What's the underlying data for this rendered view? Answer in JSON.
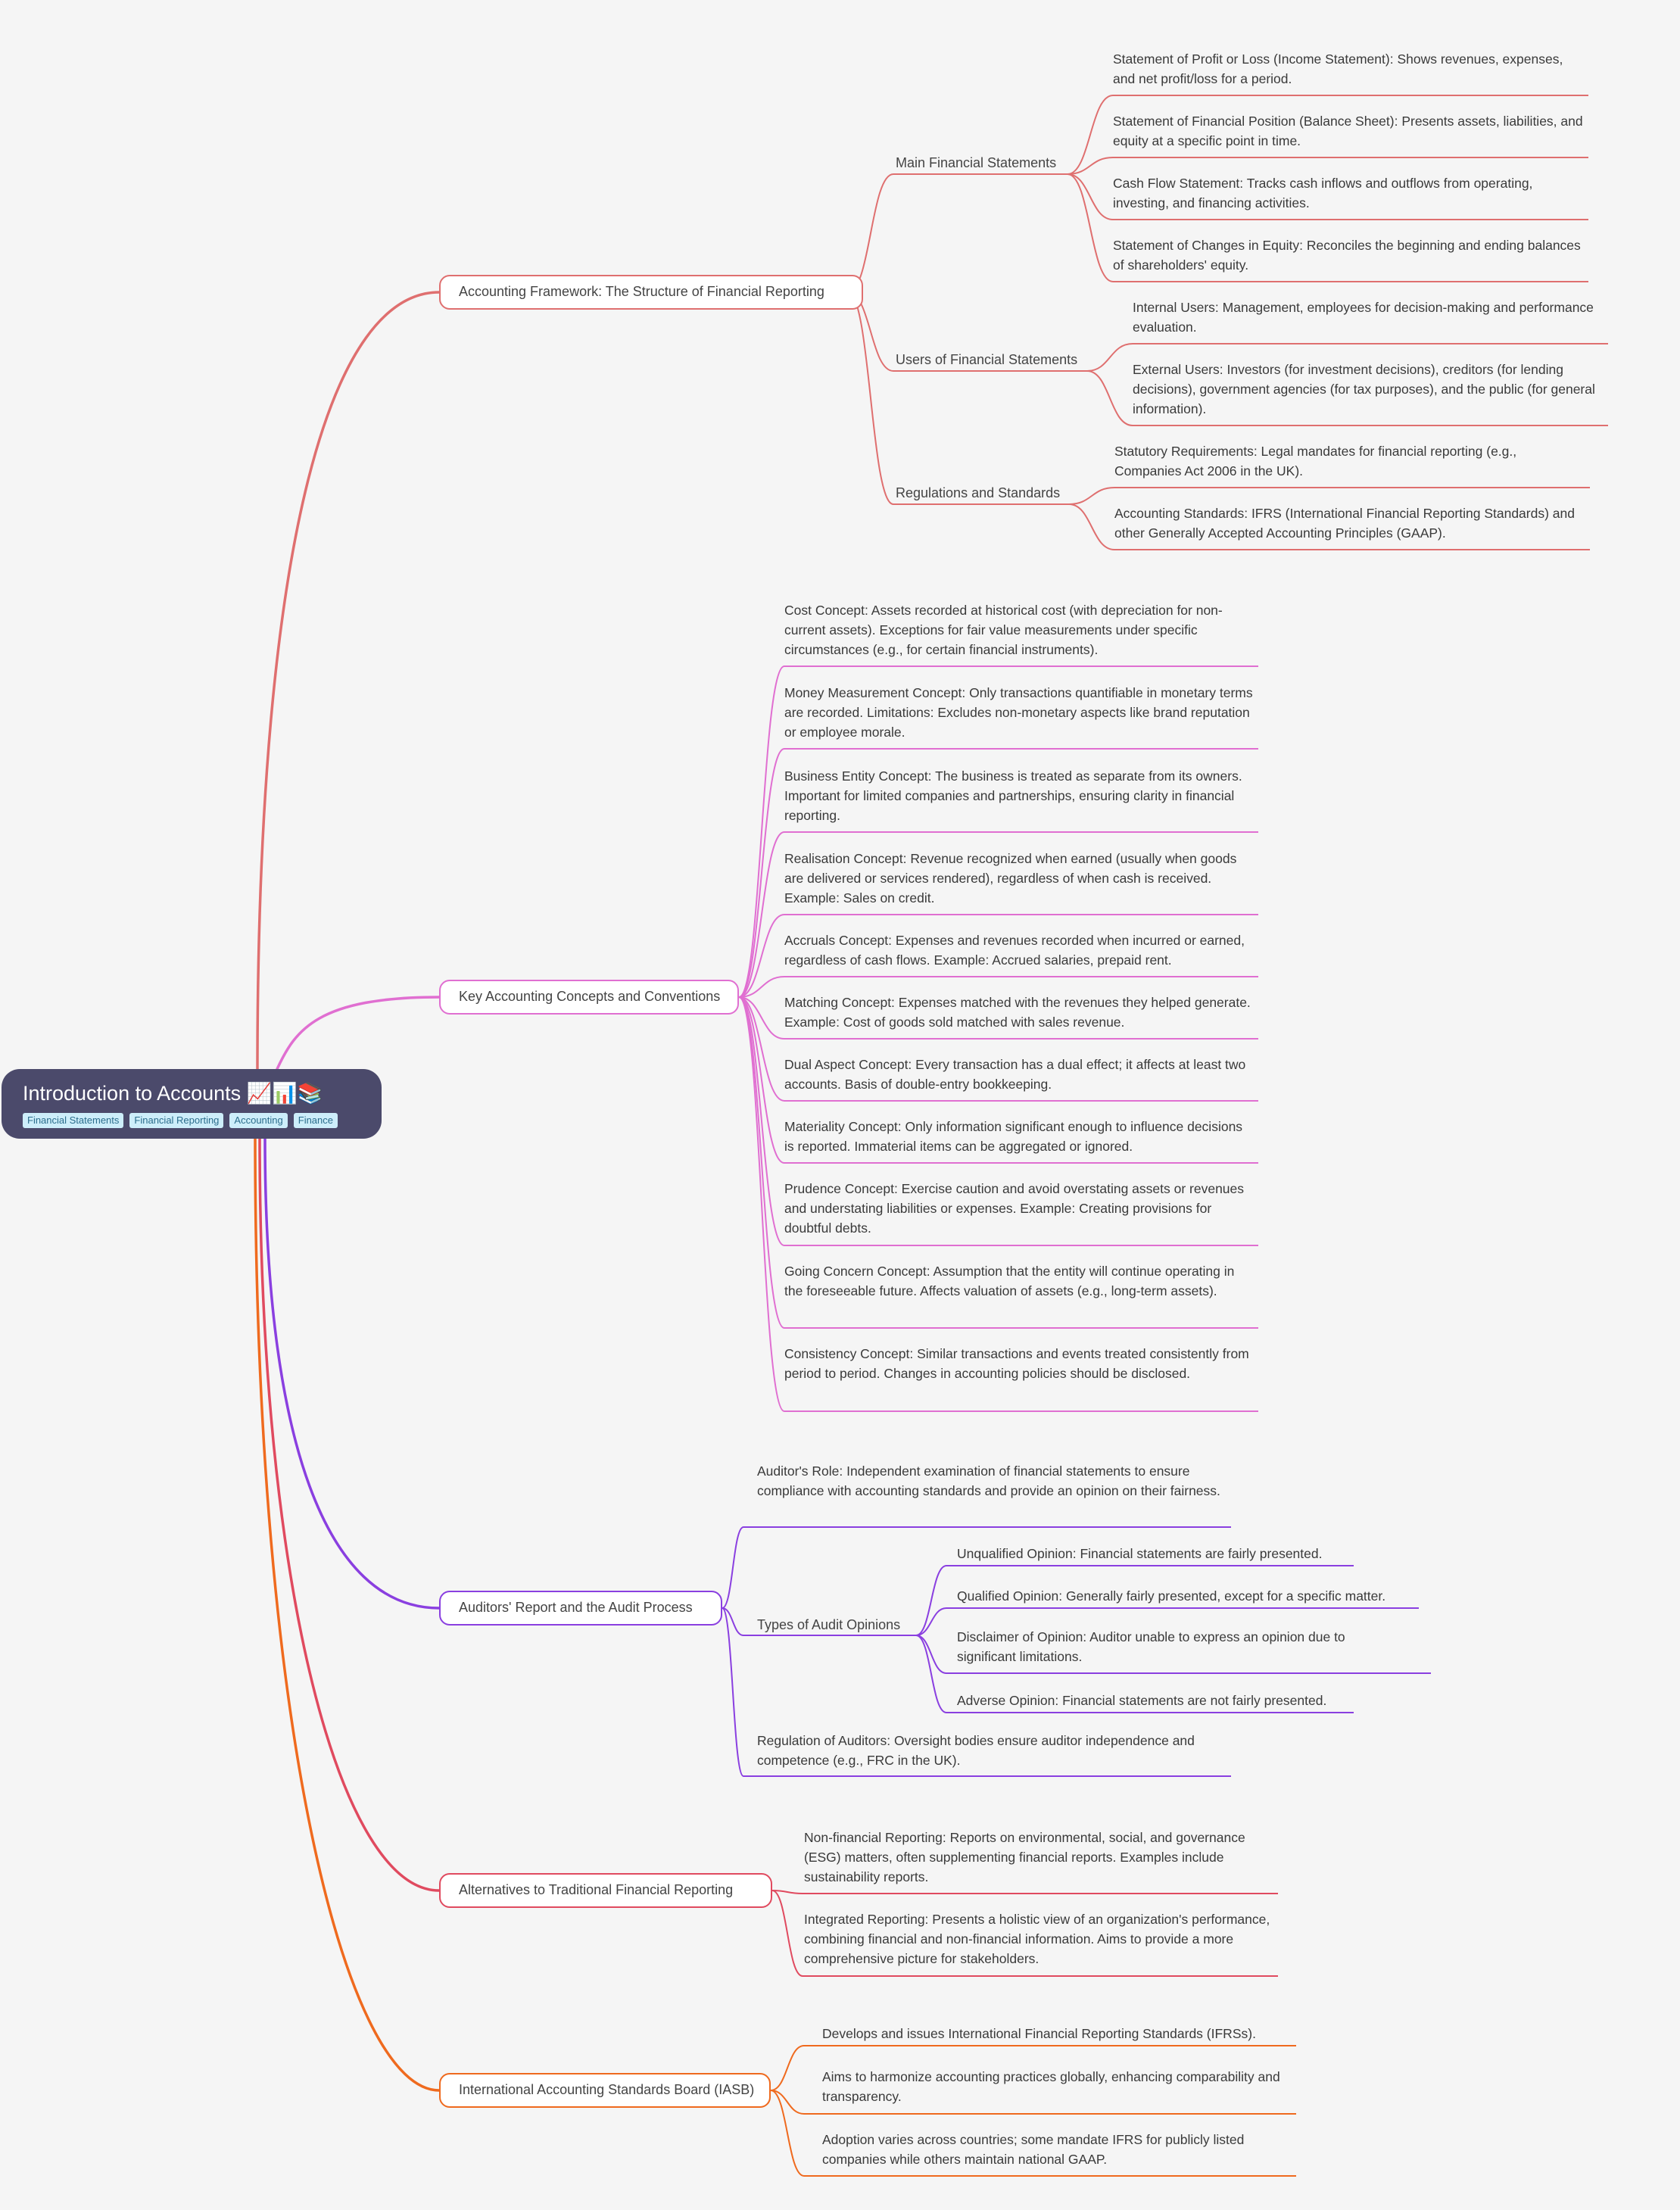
{
  "root": {
    "title": "Introduction to Accounts 📈📊📚",
    "tags": [
      "Financial Statements",
      "Financial Reporting",
      "Accounting",
      "Finance"
    ]
  },
  "colors": {
    "framework": "#df6f6f",
    "concepts": "#e06fd1",
    "auditors": "#8a3fe0",
    "alternatives": "#e04a5f",
    "iasb": "#ef6a1e",
    "root_bg": "#4b4a6b"
  },
  "branches": {
    "framework": {
      "label": "Accounting Framework: The Structure of Financial Reporting",
      "main_statements": {
        "label": "Main Financial Statements",
        "items": [
          "Statement of Profit or Loss (Income Statement): Shows revenues, expenses, and net profit/loss for a period.",
          "Statement of Financial Position (Balance Sheet): Presents assets, liabilities, and equity at a specific point in time.",
          "Cash Flow Statement: Tracks cash inflows and outflows from operating, investing, and financing activities.",
          "Statement of Changes in Equity: Reconciles the beginning and ending balances of shareholders' equity."
        ]
      },
      "users": {
        "label": "Users of Financial Statements",
        "items": [
          "Internal Users: Management, employees for decision-making and performance evaluation.",
          "External Users: Investors (for investment decisions), creditors (for lending decisions), government agencies (for tax purposes), and the public (for general information)."
        ]
      },
      "regulations": {
        "label": "Regulations and Standards",
        "items": [
          "Statutory Requirements: Legal mandates for financial reporting (e.g., Companies Act 2006 in the UK).",
          "Accounting Standards: IFRS (International Financial Reporting Standards) and other Generally Accepted Accounting Principles (GAAP)."
        ]
      }
    },
    "concepts": {
      "label": "Key Accounting Concepts and Conventions",
      "items": [
        "Cost Concept: Assets recorded at historical cost (with depreciation for non-current assets).  Exceptions for fair value measurements under specific circumstances (e.g., for certain financial instruments).",
        "Money Measurement Concept: Only transactions quantifiable in monetary terms are recorded.  Limitations: Excludes non-monetary aspects like brand reputation or employee morale.",
        "Business Entity Concept: The business is treated as separate from its owners.  Important for limited companies and partnerships, ensuring clarity in financial reporting.",
        "Realisation Concept: Revenue recognized when earned (usually when goods are delivered or services rendered), regardless of when cash is received.  Example: Sales on credit.",
        "Accruals Concept: Expenses and revenues recorded when incurred or earned, regardless of cash flows.  Example: Accrued salaries, prepaid rent.",
        "Matching Concept: Expenses matched with the revenues they helped generate.  Example: Cost of goods sold matched with sales revenue.",
        "Dual Aspect Concept: Every transaction has a dual effect; it affects at least two accounts.  Basis of double-entry bookkeeping.",
        "Materiality Concept: Only information significant enough to influence decisions is reported.  Immaterial items can be aggregated or ignored.",
        "Prudence Concept: Exercise caution and avoid overstating assets or revenues and understating liabilities or expenses. Example: Creating provisions for doubtful debts.",
        "Going Concern Concept: Assumption that the entity will continue operating in the foreseeable future. Affects valuation of assets (e.g., long-term assets).",
        "Consistency Concept: Similar transactions and events treated consistently from period to period.  Changes in accounting policies should be disclosed."
      ]
    },
    "auditors": {
      "label": "Auditors' Report and the Audit Process",
      "role": "Auditor's Role: Independent examination of financial statements to ensure compliance with accounting standards and provide an opinion on their fairness.",
      "opinions": {
        "label": "Types of Audit Opinions",
        "items": [
          "Unqualified Opinion: Financial statements are fairly presented.",
          "Qualified Opinion: Generally fairly presented, except for a specific matter.",
          "Disclaimer of Opinion: Auditor unable to express an opinion due to significant limitations.",
          "Adverse Opinion: Financial statements are not fairly presented."
        ]
      },
      "regulation": "Regulation of Auditors: Oversight bodies ensure auditor independence and competence (e.g., FRC in the UK)."
    },
    "alternatives": {
      "label": "Alternatives to Traditional Financial Reporting",
      "items": [
        "Non-financial Reporting: Reports on environmental, social, and governance (ESG) matters, often supplementing financial reports.  Examples include sustainability reports.",
        "Integrated Reporting: Presents a holistic view of an organization's performance, combining financial and non-financial information.  Aims to provide a more comprehensive picture for stakeholders."
      ]
    },
    "iasb": {
      "label": "International Accounting Standards Board (IASB)",
      "items": [
        "Develops and issues International Financial Reporting Standards (IFRSs).",
        "Aims to harmonize accounting practices globally, enhancing comparability and transparency.",
        "Adoption varies across countries; some mandate IFRS for publicly listed companies while others maintain national GAAP."
      ]
    }
  }
}
